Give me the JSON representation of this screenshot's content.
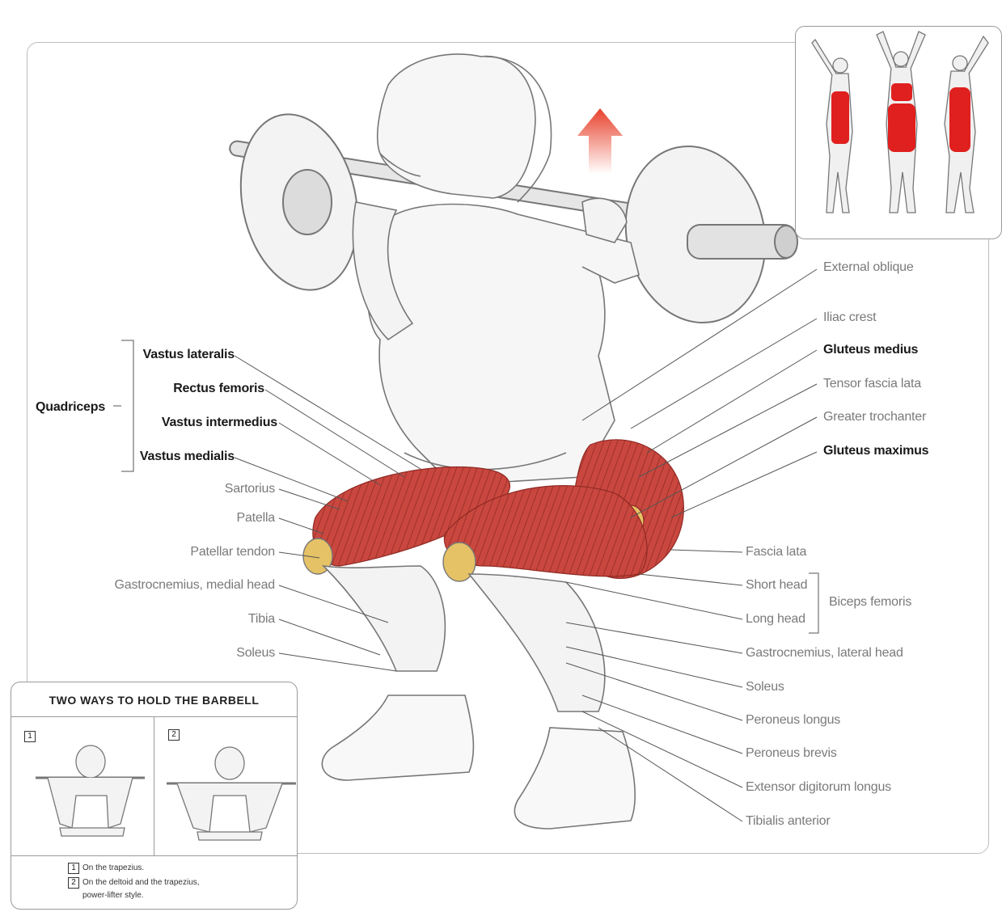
{
  "quadriceps": {
    "group_label": "Quadriceps",
    "items": [
      "Vastus lateralis",
      "Rectus femoris",
      "Vastus intermedius",
      "Vastus medialis"
    ]
  },
  "left_labels": [
    "Sartorius",
    "Patella",
    "Patellar tendon",
    "Gastrocnemius, medial head",
    "Tibia",
    "Soleus"
  ],
  "right_labels_upper": {
    "external_oblique": "External oblique",
    "iliac_crest": "Iliac crest",
    "gluteus_medius": "Gluteus medius",
    "tensor_fascia_lata": "Tensor fascia lata",
    "greater_trochanter": "Greater trochanter",
    "gluteus_maximus": "Gluteus maximus"
  },
  "right_labels_lower": {
    "fascia_lata": "Fascia lata",
    "short_head": "Short head",
    "long_head": "Long head",
    "biceps_femoris": "Biceps femoris",
    "gastrocnemius_lateral": "Gastrocnemius, lateral head",
    "soleus": "Soleus",
    "peroneus_longus": "Peroneus longus",
    "peroneus_brevis": "Peroneus brevis",
    "extensor_digitorum": "Extensor digitorum longus",
    "tibialis_anterior": "Tibialis anterior"
  },
  "hold_box": {
    "title": "TWO WAYS TO HOLD THE BARBELL",
    "panel1_num": "1",
    "panel2_num": "2",
    "note1": "On the trapezius.",
    "note2_line1": "On the deltoid and the trapezius,",
    "note2_line2": "power-lifter style."
  },
  "colors": {
    "muscle": "#c9473f",
    "muscle_dark": "#8f2a24",
    "highlight": "#e0201e",
    "arrow": "#e8412c",
    "tendon": "#e6c266",
    "line": "#555555"
  }
}
